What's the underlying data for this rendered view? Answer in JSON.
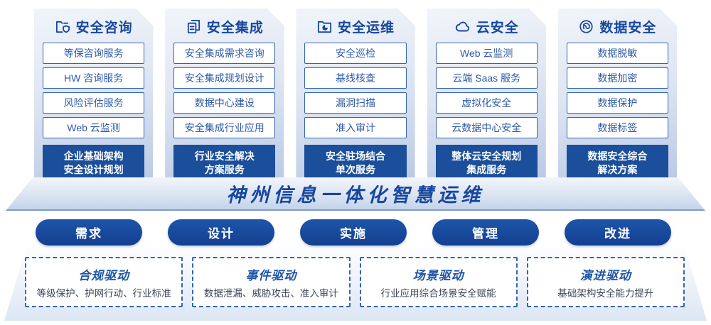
{
  "palette": {
    "accent_text": "#17479e",
    "item_border": "#3565b0",
    "highlight_bg": "#1b4e9b",
    "pill_bg": "#164a9c",
    "driver_title": "#1d55a8"
  },
  "columns": [
    {
      "title": "安全咨询",
      "icon": "folder-shield-icon",
      "items": [
        "等保咨询服务",
        "HW 咨询服务",
        "风险评估服务",
        "Web 云监测"
      ],
      "highlight": [
        "企业基础架构",
        "安全设计规划"
      ]
    },
    {
      "title": "安全集成",
      "icon": "documents-icon",
      "items": [
        "安全集成需求咨询",
        "安全集成规划设计",
        "数据中心建设",
        "安全集成行业应用"
      ],
      "highlight": [
        "行业安全解决",
        "方案服务"
      ]
    },
    {
      "title": "安全运维",
      "icon": "folder-clock-icon",
      "items": [
        "安全巡检",
        "基线核查",
        "漏洞扫描",
        "准入审计"
      ],
      "highlight": [
        "安全驻场结合",
        "单次服务"
      ]
    },
    {
      "title": "云安全",
      "icon": "cloud-icon",
      "items": [
        "Web 云监测",
        "云端 Saas 服务",
        "虚拟化安全",
        "云数据中心安全"
      ],
      "highlight": [
        "整体云安全规划",
        "集成服务"
      ]
    },
    {
      "title": "数据安全",
      "icon": "fingerprint-icon",
      "items": [
        "数据脱敏",
        "数据加密",
        "数据保护",
        "数据标签"
      ],
      "highlight": [
        "数据安全综合",
        "解决方案"
      ]
    }
  ],
  "banner": {
    "title": "神州信息一体化智慧运维"
  },
  "phases": [
    "需求",
    "设计",
    "实施",
    "管理",
    "改进"
  ],
  "drivers": [
    {
      "title": "合规驱动",
      "desc": "等级保护、护网行动、行业标准"
    },
    {
      "title": "事件驱动",
      "desc": "数据泄漏、威胁攻击、准入审计"
    },
    {
      "title": "场景驱动",
      "desc": "行业应用综合场景安全赋能"
    },
    {
      "title": "演进驱动",
      "desc": "基础架构安全能力提升"
    }
  ]
}
